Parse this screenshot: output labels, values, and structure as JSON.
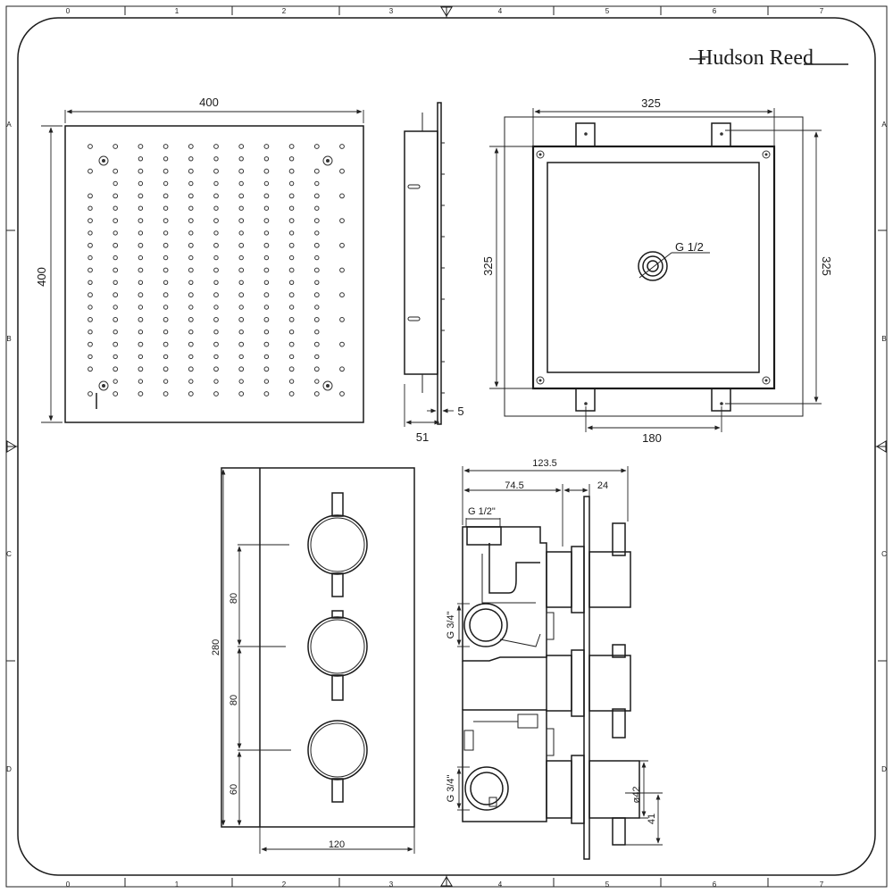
{
  "brand": {
    "name": "Hudson Reed"
  },
  "frame": {
    "columns": [
      "0",
      "1",
      "2",
      "3",
      "4",
      "5",
      "6",
      "7"
    ],
    "rows": [
      "A",
      "B",
      "C",
      "D"
    ]
  },
  "shower_head_front": {
    "width_label": "400",
    "height_label": "400"
  },
  "shower_head_side": {
    "depth_label": "51",
    "plate_label": "5"
  },
  "shower_head_back": {
    "width_label": "325",
    "height_label_left": "325",
    "height_label_right": "325",
    "connection_label": "G 1/2",
    "bracket_spacing_label": "180"
  },
  "valve_front": {
    "height_label": "280",
    "spacing_top_label": "80",
    "spacing_mid_label": "80",
    "spacing_bottom_label": "60",
    "width_label": "120"
  },
  "valve_side": {
    "total_depth_label": "123.5",
    "body_depth_label": "74.5",
    "handle_depth_label": "24",
    "top_connection_label": "G 1/2\"",
    "inlet_label_upper": "G 3/4\"",
    "inlet_label_lower": "G 3/4\"",
    "handle_diameter_label": "ø42",
    "handle_offset_label": "41"
  },
  "colors": {
    "line": "#1a1a1a",
    "background": "#ffffff"
  }
}
